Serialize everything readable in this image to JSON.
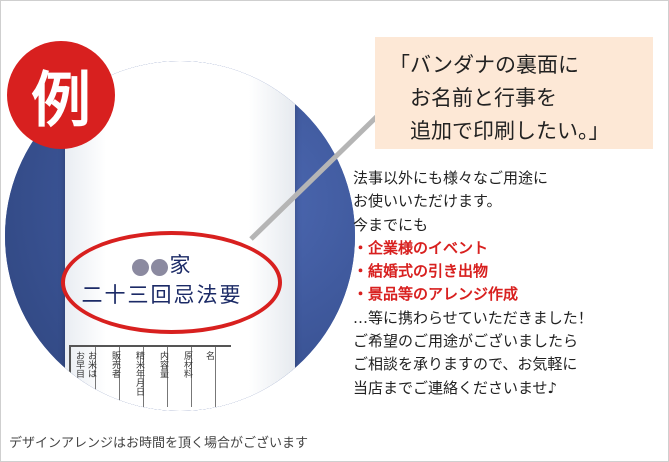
{
  "badge": {
    "label": "例"
  },
  "callout": {
    "lines": [
      "「バンダナの裏面に",
      "　お名前と行事を",
      "　追加で印刷したい。」"
    ]
  },
  "label_print": {
    "line1_suffix": "家",
    "line2": "二十三回忌法要"
  },
  "label_table": {
    "cells": [
      "名",
      "原材料",
      "内容量",
      "精米年月日",
      "販売者",
      "お米は",
      "お早目"
    ]
  },
  "body": {
    "lines": [
      "法事以外にも様々なご用途に",
      "お使いいただけます。",
      "今までにも"
    ],
    "highlights": [
      "・企業様のイベント",
      "・結婚式の引き出物",
      "・景品等のアレンジ作成"
    ],
    "closing": [
      "…等に携わらせていただきました！",
      "ご希望のご用途がございましたら",
      "ご相談を承りますので、お気軽に",
      "当店までご連絡くださいませ♪"
    ]
  },
  "footer": {
    "note": "デザインアレンジはお時間を頂く場合がございます"
  },
  "colors": {
    "accent_red": "#d8201f",
    "callout_bg": "#fde8d6",
    "bandana_blue": "#3f5aa0"
  }
}
